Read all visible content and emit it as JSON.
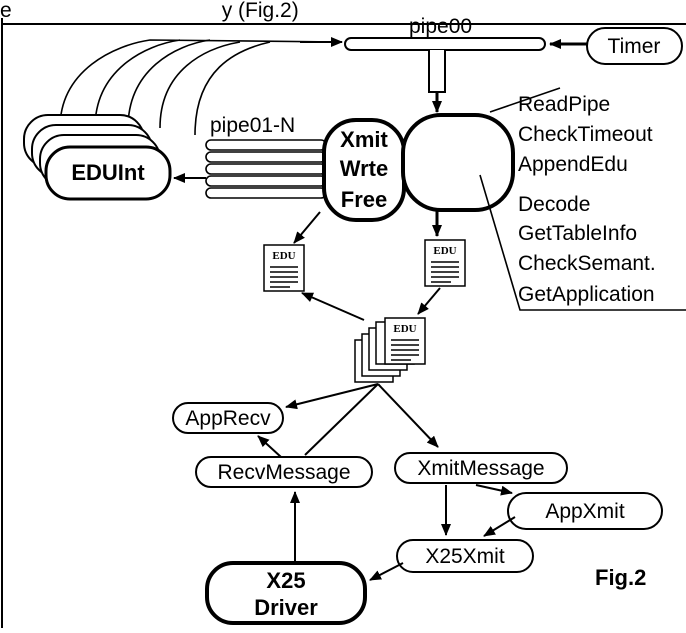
{
  "caption_top": "e",
  "caption_top_tail": "y (Fig.2)",
  "pipes": {
    "main": "pipe00",
    "multi": "pipe01-N"
  },
  "nodes": {
    "timer": "Timer",
    "edu_int": "EDUInt",
    "xmit_proc": [
      "Xmit",
      "Wrte",
      "Free"
    ],
    "app_recv": "AppRecv",
    "recv_message": "RecvMessage",
    "xmit_message": "XmitMessage",
    "app_xmit": "AppXmit",
    "x25_xmit": "X25Xmit",
    "x25_driver": [
      "X25",
      "Driver"
    ]
  },
  "operations": [
    "ReadPipe",
    "CheckTimeout",
    "AppendEdu",
    "Decode",
    "GetTableInfo",
    "CheckSemant.",
    "GetApplication"
  ],
  "doc_label": "EDU",
  "figure_label": "Fig.2"
}
